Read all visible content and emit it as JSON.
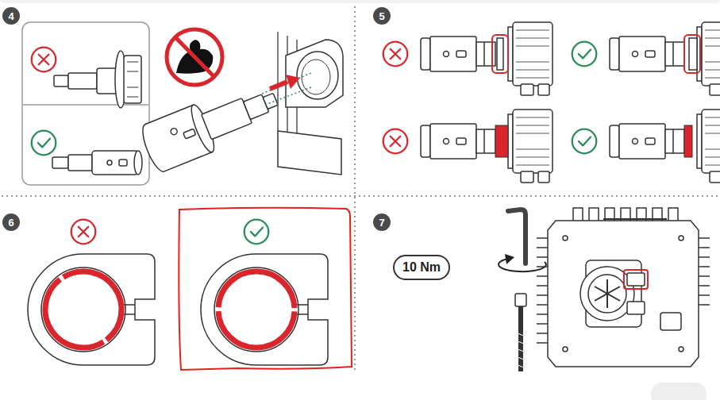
{
  "diagram": {
    "nodes": [
      {
        "text": [
          "4"
        ]
      },
      {
        "text": [
          "5"
        ]
      },
      {
        "text": [
          "6"
        ]
      },
      {
        "text": [
          "7"
        ]
      },
      {
        "text": [
          "10 Nm"
        ]
      }
    ]
  }
}
